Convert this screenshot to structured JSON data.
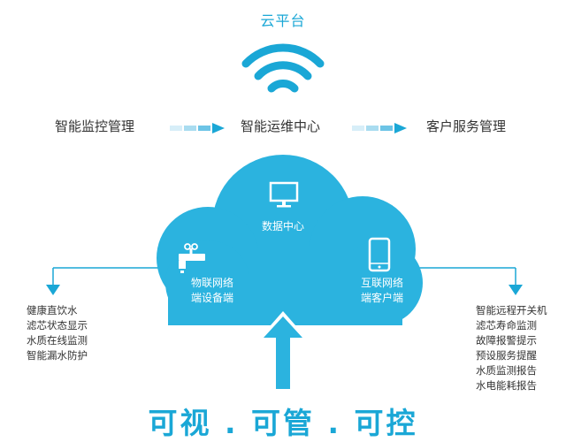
{
  "title": "云平台",
  "top_row": {
    "left": "智能监控管理",
    "center": "智能运维中心",
    "right": "客户服务管理"
  },
  "cloud": {
    "data_center": "数据中心",
    "iot_device": [
      "物联网络",
      "端设备端"
    ],
    "internet_client": [
      "互联网络",
      "端客户端"
    ]
  },
  "left_list": [
    "健康直饮水",
    "滤芯状态显示",
    "水质在线监测",
    "智能漏水防护"
  ],
  "right_list": [
    "智能远程开关机",
    "滤芯寿命监测",
    "故障报警提示",
    "预设服务提醒",
    "水质监测报告",
    "水电能耗报告"
  ],
  "slogan": "可视 . 可管 . 可控",
  "colors": {
    "accent": "#1aa7d6",
    "cloud": "#2bb3df"
  },
  "icons": [
    "wifi-icon",
    "monitor-icon",
    "faucet-icon",
    "smartphone-icon"
  ]
}
